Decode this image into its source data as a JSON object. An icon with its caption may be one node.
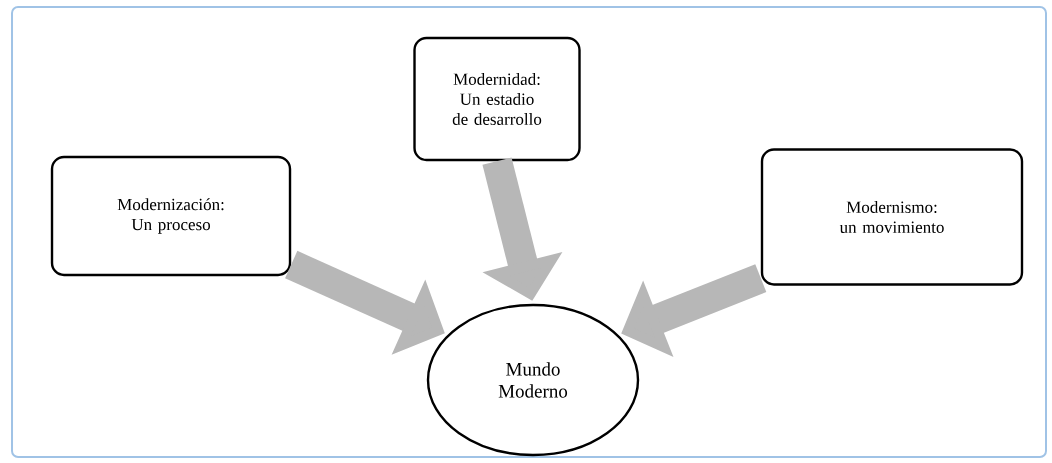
{
  "diagram": {
    "nodes": [
      {
        "text": [
          "Modernización: Un proceso"
        ]
      },
      {
        "text": [
          "Modernidad: Un estadio de desarrollo"
        ]
      },
      {
        "text": [
          "Modernismo: un movimiento"
        ]
      },
      {
        "text": [
          "Mundo Moderno"
        ]
      }
    ],
    "edges": [
      {
        "from": 0,
        "to": 3,
        "arrow": "to",
        "color": "#b7b7b7"
      },
      {
        "from": 1,
        "to": 3,
        "arrow": "to",
        "color": "#b7b7b7"
      },
      {
        "from": 2,
        "to": 3,
        "arrow": "to",
        "color": "#b7b7b7"
      }
    ]
  }
}
